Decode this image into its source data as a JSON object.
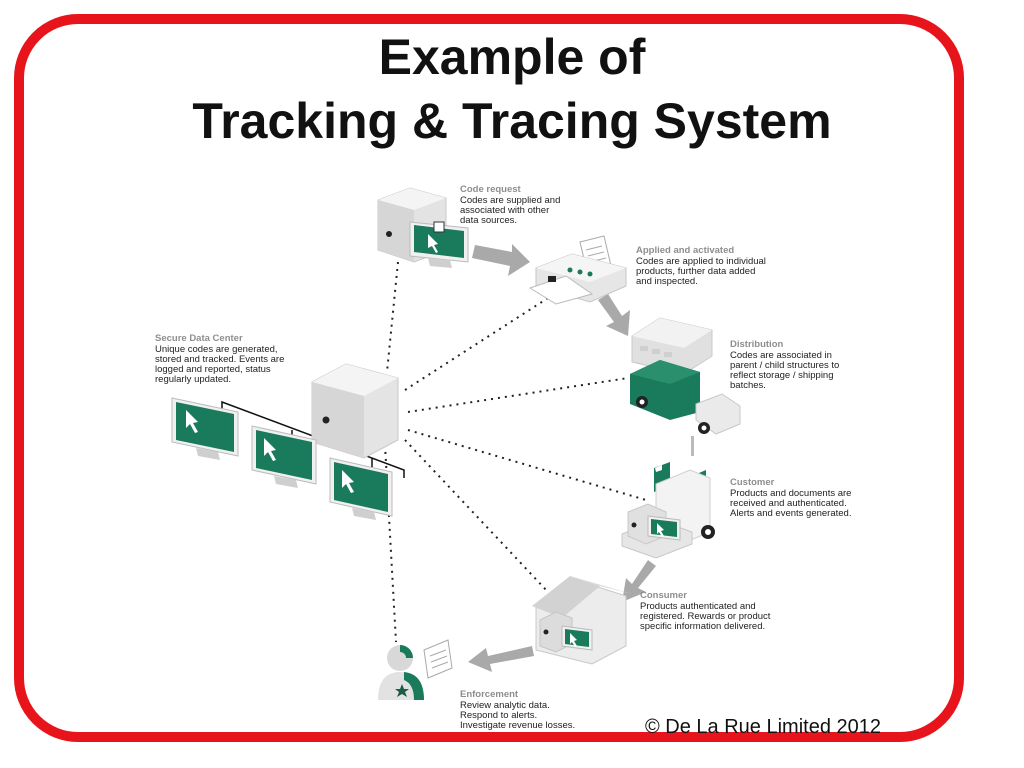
{
  "title": {
    "line1": "Example of",
    "line2": "Tracking & Tracing System"
  },
  "nodes": [
    {
      "id": "code-request",
      "heading": "Code request",
      "lines": [
        "Codes are supplied and",
        "associated with other",
        "data sources."
      ]
    },
    {
      "id": "applied-activated",
      "heading": "Applied and activated",
      "lines": [
        "Codes are applied to individual",
        "products, further data added",
        "and inspected."
      ]
    },
    {
      "id": "distribution",
      "heading": "Distribution",
      "lines": [
        "Codes are associated in",
        "parent / child structures to",
        "reflect storage / shipping",
        "batches."
      ]
    },
    {
      "id": "customer",
      "heading": "Customer",
      "lines": [
        "Products and documents are",
        "received and authenticated.",
        "Alerts and events generated."
      ]
    },
    {
      "id": "consumer",
      "heading": "Consumer",
      "lines": [
        "Products authenticated and",
        "registered. Rewards or product",
        "specific information delivered."
      ]
    },
    {
      "id": "enforcement",
      "heading": "Enforcement",
      "lines": [
        "Review analytic data.",
        "Respond to alerts.",
        "Investigate revenue losses."
      ]
    },
    {
      "id": "secure-data-center",
      "heading": "Secure Data Center",
      "lines": [
        "Unique codes are generated,",
        "stored and tracked. Events are",
        "logged and reported, status",
        "regularly updated."
      ]
    }
  ],
  "copyright": "© De La Rue Limited 2012",
  "colors": {
    "frame": "#e8141b",
    "accent": "#1a7a5c",
    "arrow": "#a9a9a9"
  }
}
